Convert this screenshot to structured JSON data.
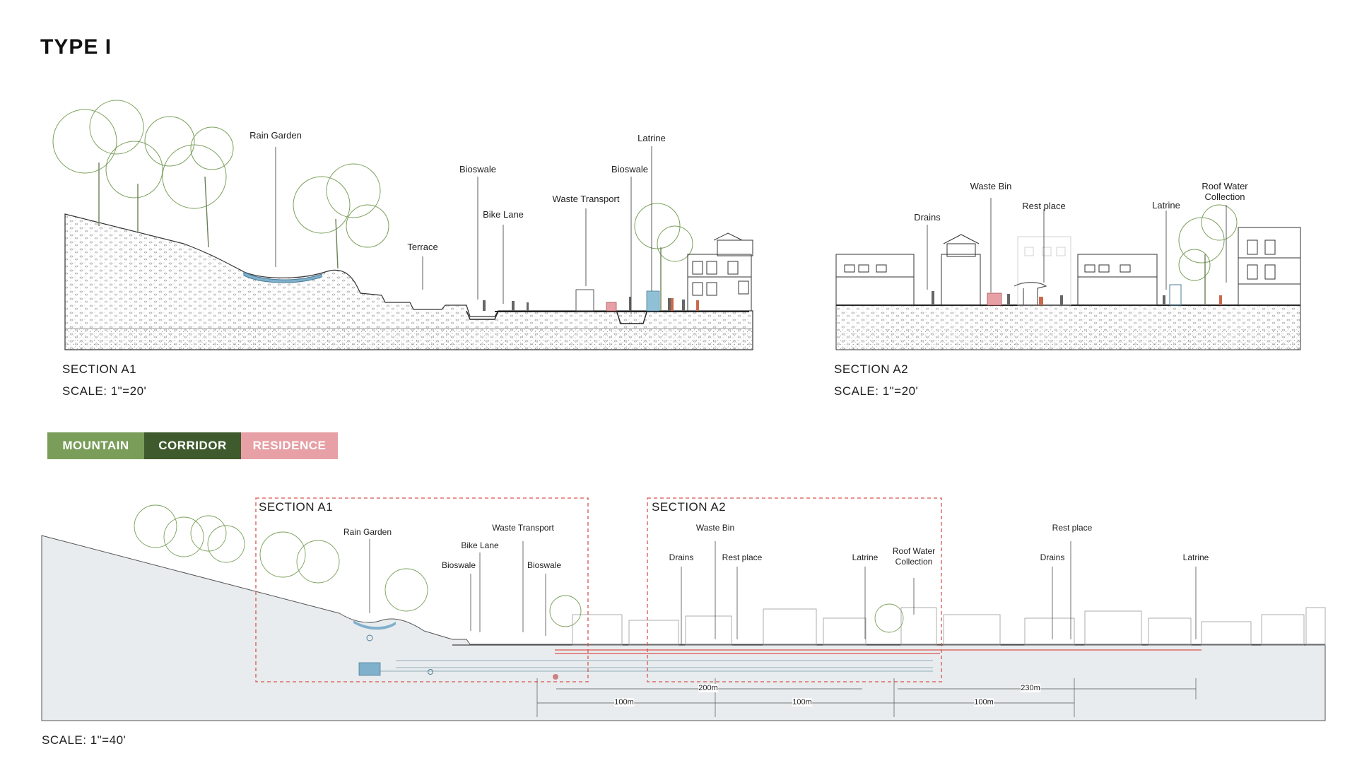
{
  "title": "TYPE I",
  "colors": {
    "mountain": "#7a9d5a",
    "corridor": "#3f5a2c",
    "residence": "#e6a0a6",
    "water": "#7fb0cc",
    "dash": "#d9534f"
  },
  "section_a1": {
    "labels": {
      "rain_garden": "Rain Garden",
      "terrace": "Terrace",
      "bioswale_1": "Bioswale",
      "bike_lane": "Bike Lane",
      "waste_transport": "Waste Transport",
      "bioswale_2": "Bioswale",
      "latrine": "Latrine"
    },
    "caption": "SECTION A1",
    "scale": "SCALE: 1\"=20'"
  },
  "section_a2": {
    "labels": {
      "drains": "Drains",
      "waste_bin": "Waste Bin",
      "rest_place": "Rest place",
      "latrine": "Latrine",
      "roof_water_1": "Roof Water",
      "roof_water_2": "Collection"
    },
    "caption": "SECTION A2",
    "scale": "SCALE: 1\"=20'"
  },
  "legend": {
    "mountain": "MOUNTAIN",
    "corridor": "CORRIDOR",
    "residence": "RESIDENCE"
  },
  "overview": {
    "box_a1": "SECTION A1",
    "box_a2": "SECTION A2",
    "labels": {
      "rain_garden": "Rain Garden",
      "waste_transport": "Waste Transport",
      "bike_lane": "Bike Lane",
      "bioswale_1": "Bioswale",
      "bioswale_2": "Bioswale",
      "waste_bin": "Waste Bin",
      "drains_1": "Drains",
      "rest_place_1": "Rest place",
      "latrine_1": "Latrine",
      "roof_water_1": "Roof Water",
      "roof_water_2": "Collection",
      "rest_place_2": "Rest place",
      "drains_2": "Drains",
      "latrine_2": "Latrine"
    },
    "dimensions": {
      "d200": "200m",
      "d230": "230m",
      "d100_a": "100m",
      "d100_b": "100m",
      "d100_c": "100m"
    },
    "scale": "SCALE: 1\"=40'"
  }
}
